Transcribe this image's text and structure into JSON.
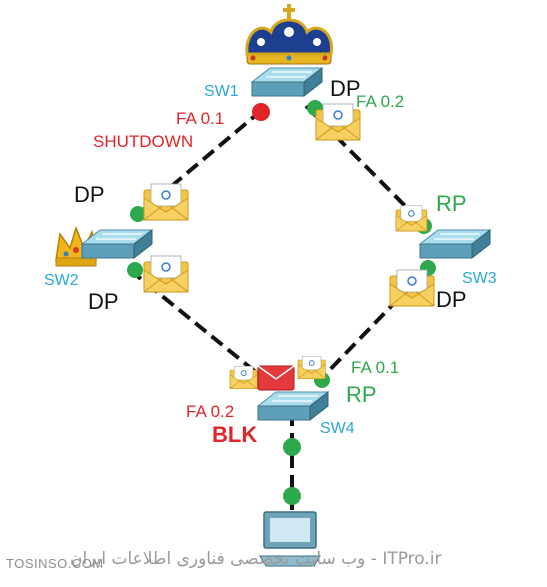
{
  "switches": [
    {
      "id": "sw1",
      "label": "SW1"
    },
    {
      "id": "sw2",
      "label": "SW2"
    },
    {
      "id": "sw3",
      "label": "SW3"
    },
    {
      "id": "sw4",
      "label": "SW4"
    }
  ],
  "port_labels": {
    "sw1_dp": "DP",
    "sw1_fa01": "FA 0.1",
    "sw1_fa02": "FA 0.2",
    "sw1_shutdown": "SHUTDOWN",
    "sw2_dp_top": "DP",
    "sw2_dp_bottom": "DP",
    "sw3_rp": "RP",
    "sw3_dp": "DP",
    "sw4_fa01": "FA 0.1",
    "sw4_rp": "RP",
    "sw4_fa02": "FA 0.2",
    "sw4_blk": "BLK"
  },
  "colors": {
    "switch_label": "#2aa7d8",
    "port_green": "#2ea84c",
    "port_red": "#e3232a",
    "dp_black": "#111111",
    "link": "#111111",
    "envelope": "#f4c542",
    "envelope_red": "#e4393d",
    "switch_top": "#9ed3e4",
    "switch_side": "#4f8fa8"
  },
  "icons": [
    "crown-icon",
    "small-crown-icon",
    "envelope-icon",
    "switch-icon",
    "pc-icon"
  ],
  "watermark": {
    "left": "TOSINSO.COM",
    "right": "ITPro.ir - وب سایت تخصصی فناوری اطلاعات ایران"
  }
}
